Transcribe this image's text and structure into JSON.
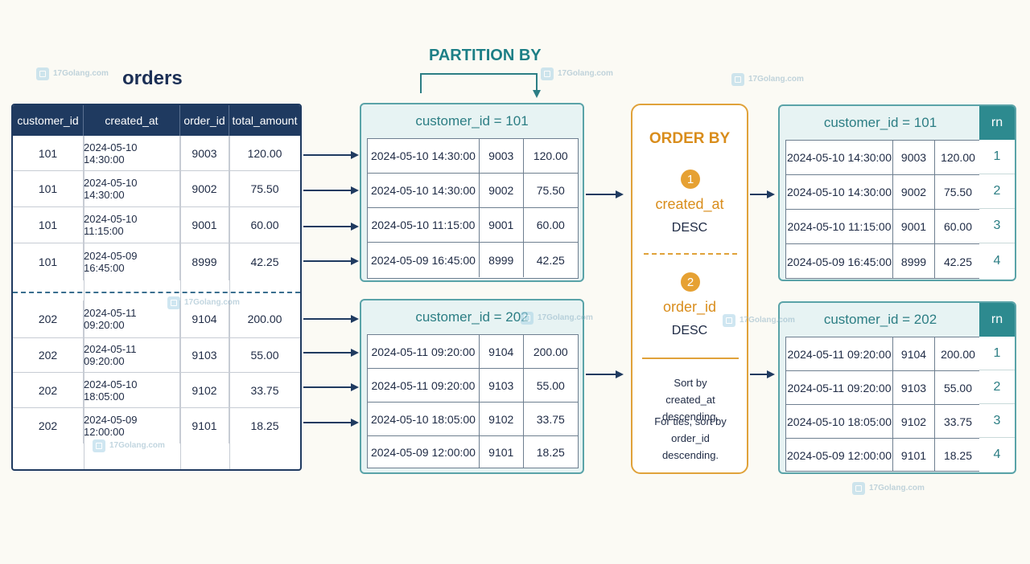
{
  "title": "orders",
  "partition_label": "PARTITION BY",
  "watermark": "17Golang.com",
  "orders": {
    "columns": [
      "customer_id",
      "created_at",
      "order_id",
      "total_amount"
    ],
    "rows": [
      [
        "101",
        "2024-05-10 14:30:00",
        "9003",
        "120.00"
      ],
      [
        "101",
        "2024-05-10 14:30:00",
        "9002",
        "75.50"
      ],
      [
        "101",
        "2024-05-10 11:15:00",
        "9001",
        "60.00"
      ],
      [
        "101",
        "2024-05-09 16:45:00",
        "8999",
        "42.25"
      ],
      [
        "202",
        "2024-05-11 09:20:00",
        "9104",
        "200.00"
      ],
      [
        "202",
        "2024-05-11 09:20:00",
        "9103",
        "55.00"
      ],
      [
        "202",
        "2024-05-10 18:05:00",
        "9102",
        "33.75"
      ],
      [
        "202",
        "2024-05-09 12:00:00",
        "9101",
        "18.25"
      ]
    ]
  },
  "partitions": [
    {
      "title": "customer_id = 101",
      "rows": [
        [
          "2024-05-10 14:30:00",
          "9003",
          "120.00"
        ],
        [
          "2024-05-10 14:30:00",
          "9002",
          "75.50"
        ],
        [
          "2024-05-10 11:15:00",
          "9001",
          "60.00"
        ],
        [
          "2024-05-09 16:45:00",
          "8999",
          "42.25"
        ]
      ]
    },
    {
      "title": "customer_id = 202",
      "rows": [
        [
          "2024-05-11 09:20:00",
          "9104",
          "200.00"
        ],
        [
          "2024-05-11 09:20:00",
          "9103",
          "55.00"
        ],
        [
          "2024-05-10 18:05:00",
          "9102",
          "33.75"
        ],
        [
          "2024-05-09 12:00:00",
          "9101",
          "18.25"
        ]
      ]
    }
  ],
  "order_by": {
    "title": "ORDER BY",
    "keys": [
      {
        "num": "1",
        "field": "created_at",
        "dir": "DESC"
      },
      {
        "num": "2",
        "field": "order_id",
        "dir": "DESC"
      }
    ],
    "note1": "Sort by created_at descending.",
    "note2": "For ties, sort by order_id descending."
  },
  "results": [
    {
      "title": "customer_id = 101",
      "rn_header": "rn",
      "rows": [
        [
          "2024-05-10 14:30:00",
          "9003",
          "120.00",
          "1"
        ],
        [
          "2024-05-10 14:30:00",
          "9002",
          "75.50",
          "2"
        ],
        [
          "2024-05-10 11:15:00",
          "9001",
          "60.00",
          "3"
        ],
        [
          "2024-05-09 16:45:00",
          "8999",
          "42.25",
          "4"
        ]
      ]
    },
    {
      "title": "customer_id = 202",
      "rn_header": "rn",
      "rows": [
        [
          "2024-05-11 09:20:00",
          "9104",
          "200.00",
          "1"
        ],
        [
          "2024-05-11 09:20:00",
          "9103",
          "55.00",
          "2"
        ],
        [
          "2024-05-10 18:05:00",
          "9102",
          "33.75",
          "3"
        ],
        [
          "2024-05-09 12:00:00",
          "9101",
          "18.25",
          "4"
        ]
      ]
    }
  ],
  "colors": {
    "navy": "#1f3a60",
    "teal": "#2c7e84",
    "orange": "#e0a23a",
    "background": "#fbfaf4"
  }
}
